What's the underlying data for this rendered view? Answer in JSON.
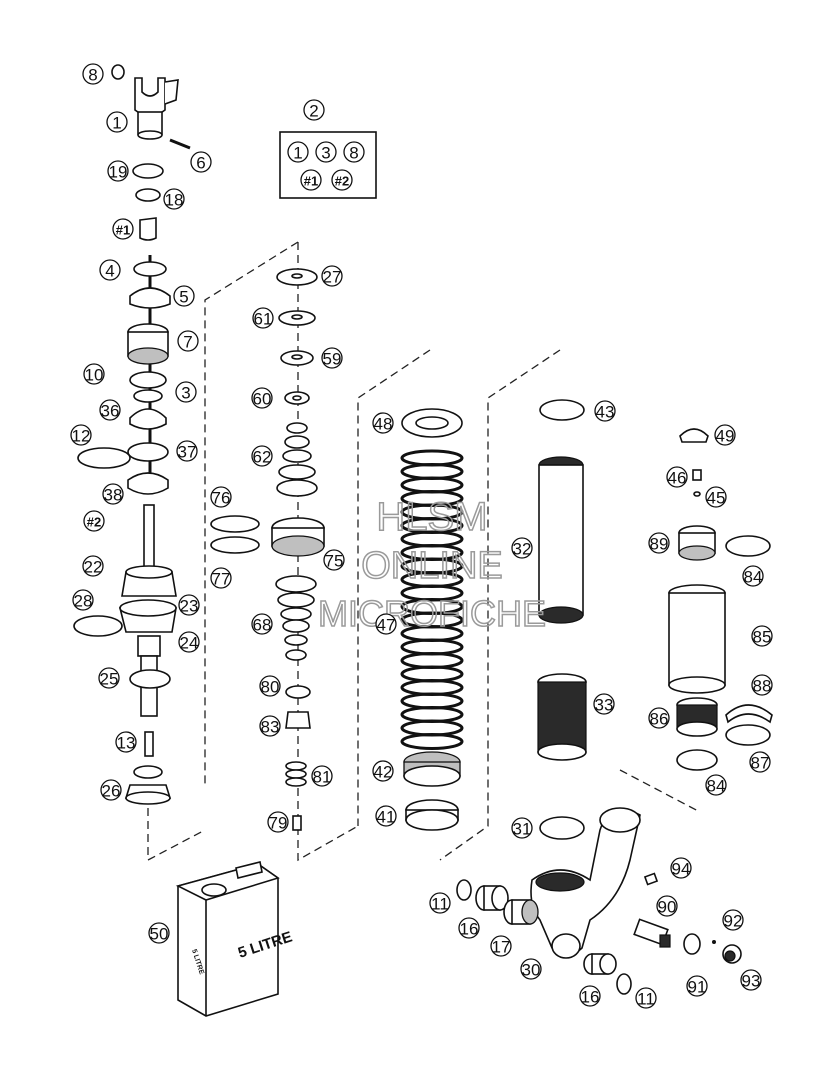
{
  "diagram": {
    "callouts": [
      {
        "label": "8"
      },
      {
        "label": "1"
      },
      {
        "label": "6"
      },
      {
        "label": "19"
      },
      {
        "label": "18"
      },
      {
        "label": "#1"
      },
      {
        "label": "4"
      },
      {
        "label": "5"
      },
      {
        "label": "7"
      },
      {
        "label": "10"
      },
      {
        "label": "3"
      },
      {
        "label": "36"
      },
      {
        "label": "12"
      },
      {
        "label": "37"
      },
      {
        "label": "38"
      },
      {
        "label": "#2"
      },
      {
        "label": "22"
      },
      {
        "label": "28"
      },
      {
        "label": "23"
      },
      {
        "label": "24"
      },
      {
        "label": "25"
      },
      {
        "label": "13"
      },
      {
        "label": "26"
      },
      {
        "label": "50"
      },
      {
        "label": "2"
      },
      {
        "label": "27"
      },
      {
        "label": "61"
      },
      {
        "label": "59"
      },
      {
        "label": "60"
      },
      {
        "label": "62"
      },
      {
        "label": "76"
      },
      {
        "label": "77"
      },
      {
        "label": "75"
      },
      {
        "label": "68"
      },
      {
        "label": "80"
      },
      {
        "label": "83"
      },
      {
        "label": "81"
      },
      {
        "label": "79"
      },
      {
        "label": "48"
      },
      {
        "label": "47"
      },
      {
        "label": "42"
      },
      {
        "label": "41"
      },
      {
        "label": "43"
      },
      {
        "label": "32"
      },
      {
        "label": "33"
      },
      {
        "label": "31"
      },
      {
        "label": "49"
      },
      {
        "label": "46"
      },
      {
        "label": "45"
      },
      {
        "label": "89"
      },
      {
        "label": "84"
      },
      {
        "label": "85"
      },
      {
        "label": "88"
      },
      {
        "label": "86"
      },
      {
        "label": "87"
      },
      {
        "label": "84"
      },
      {
        "label": "94"
      },
      {
        "label": "11"
      },
      {
        "label": "16"
      },
      {
        "label": "17"
      },
      {
        "label": "30"
      },
      {
        "label": "16"
      },
      {
        "label": "11"
      },
      {
        "label": "90"
      },
      {
        "label": "92"
      },
      {
        "label": "91"
      },
      {
        "label": "93"
      }
    ],
    "kit_box": {
      "labels": [
        "1",
        "3",
        "8",
        "#1",
        "#2"
      ]
    },
    "oil_can": {
      "label": "5 LITRE",
      "side_label": "5 LITRE"
    },
    "watermark": [
      "HLSM",
      "ONLINE",
      "MICROFICHE"
    ]
  }
}
